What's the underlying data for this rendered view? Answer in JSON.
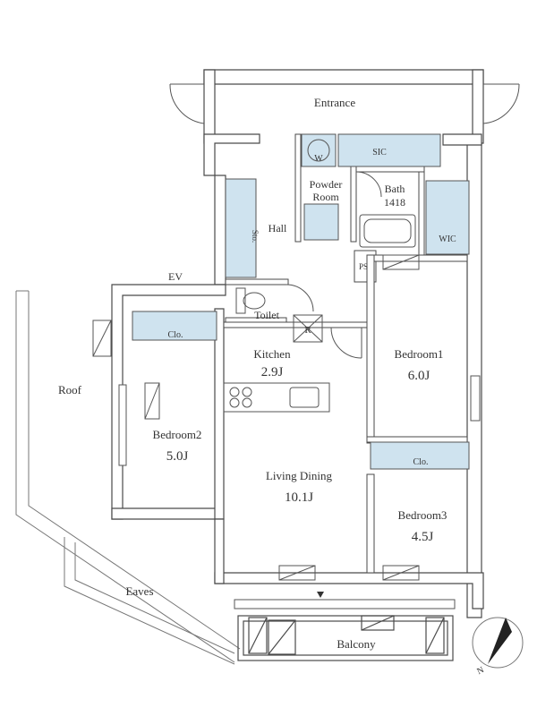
{
  "colors": {
    "wall": "#4a4a4a",
    "wall_fill": "#ffffff",
    "storage": "#cfe3ef",
    "line": "#555555",
    "text": "#333333"
  },
  "labels": {
    "entrance": "Entrance",
    "sic": "SIC",
    "w": "W",
    "powder_room_1": "Powder",
    "powder_room_2": "Room",
    "bath": "Bath",
    "bath_size": "1418",
    "hall": "Hall",
    "sto": "Sto.",
    "ev": "EV",
    "wic": "WIC",
    "ps": "PS",
    "toilet": "Toilet",
    "r": "R",
    "roof": "Roof",
    "clo_bedroom2": "Clo.",
    "clo_bedroom3": "Clo.",
    "kitchen": "Kitchen",
    "kitchen_size": "2.9J",
    "bedroom1": "Bedroom1",
    "bedroom1_size": "6.0J",
    "bedroom2": "Bedroom2",
    "bedroom2_size": "5.0J",
    "living_dining": "Living Dining",
    "living_dining_size": "10.1J",
    "bedroom3": "Bedroom3",
    "bedroom3_size": "4.5J",
    "eaves": "Eaves",
    "balcony": "Balcony",
    "north": "N"
  }
}
